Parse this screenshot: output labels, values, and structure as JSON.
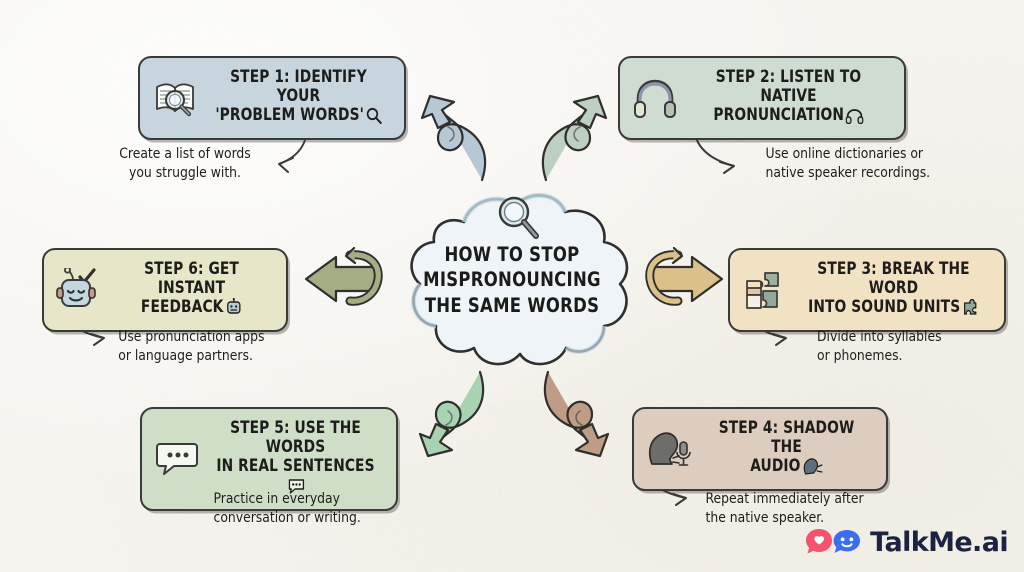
{
  "background_color": "#f6f4ef",
  "center": {
    "title": "HOW TO STOP\nMISPRONOUNCING\nTHE SAME WORDS",
    "icon": "magnifying-glass-icon",
    "cloud_fill": "#eef4f7"
  },
  "steps": [
    {
      "id": "step-1",
      "title": "STEP 1: IDENTIFY YOUR\n'PROBLEM WORDS'",
      "title_line1": "STEP 1: IDENTIFY YOUR",
      "title_line2": "'PROBLEM WORDS'",
      "caption": "Create a list of words\nyou struggle with.",
      "icon": "book-magnifier-icon",
      "inline_icon": "magnifier-icon",
      "color": "#c6d5de",
      "arrow_color": "#a9bcc9"
    },
    {
      "id": "step-2",
      "title": "STEP 2: LISTEN TO NATIVE\nPRONUNCIATION",
      "title_line1": "STEP 2: LISTEN TO NATIVE",
      "title_line2": "PRONUNCIATION",
      "caption": "Use online dictionaries or\nnative speaker recordings.",
      "icon": "headphones-icon",
      "inline_icon": "headphones-icon",
      "color": "#cfdcd2",
      "arrow_color": "#b4c6b7"
    },
    {
      "id": "step-3",
      "title": "STEP 3: BREAK THE WORD\nINTO SOUND UNITS",
      "title_line1": "STEP 3: BREAK THE WORD",
      "title_line2": "INTO SOUND UNITS",
      "caption": "Divide into syllables\nor phonemes.",
      "icon": "puzzle-pieces-icon",
      "inline_icon": "puzzle-piece-icon",
      "color": "#f2e2c4",
      "arrow_color": "#d3b278"
    },
    {
      "id": "step-4",
      "title": "STEP 4: SHADOW THE\nAUDIO",
      "title_line1": "STEP 4: SHADOW THE",
      "title_line2": "AUDIO",
      "caption": "Repeat immediately after\nthe native speaker.",
      "icon": "speaking-head-microphone-icon",
      "inline_icon": "speaking-head-icon",
      "color": "#ddcdbe",
      "arrow_color": "#b99a84"
    },
    {
      "id": "step-5",
      "title": "STEP 5: USE THE WORDS\nIN REAL SENTENCES",
      "title_line1": "STEP 5: USE THE WORDS",
      "title_line2": "IN REAL SENTENCES",
      "caption": "Practice in everyday\nconversation or writing.",
      "icon": "speech-bubble-icon",
      "inline_icon": "speech-bubble-icon",
      "color": "#cfdfc7",
      "arrow_color": "#a8ccad"
    },
    {
      "id": "step-6",
      "title": "STEP 6: GET INSTANT\nFEEDBACK",
      "title_line1": "STEP 6: GET INSTANT",
      "title_line2": "FEEDBACK",
      "caption": "Use pronunciation apps\nor language partners.",
      "icon": "robot-check-icon",
      "inline_icon": "robot-icon",
      "color": "#e8e6c9",
      "arrow_color": "#9aa780"
    }
  ],
  "logo": {
    "text": "TalkMe.ai",
    "bubble_left_color": "#f4536e",
    "bubble_right_color": "#3c6df0",
    "text_color": "#1a2340"
  }
}
